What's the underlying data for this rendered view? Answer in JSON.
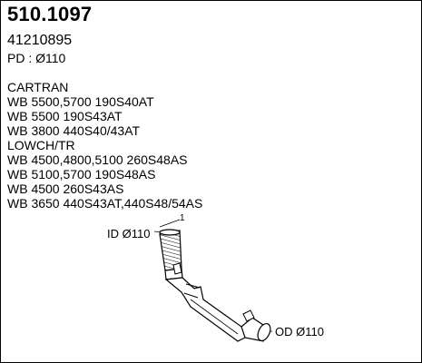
{
  "part_number": "510.1097",
  "reference": "41210895",
  "pd": "PD : Ø110",
  "applications": [
    "CARTRAN",
    "WB 5500,5700 190S40AT",
    "WB 5500 190S43AT",
    "WB 3800 440S40/43AT",
    "LOWCH/TR",
    "WB 4500,4800,5100 260S48AS",
    "WB 5100,5700 190S48AS",
    "WB 4500 260S43AS",
    "WB 3650 440S43AT,440S48/54AS"
  ],
  "drawing": {
    "id_label": "ID Ø110",
    "od_label": "OD Ø110",
    "item_number": "1"
  }
}
